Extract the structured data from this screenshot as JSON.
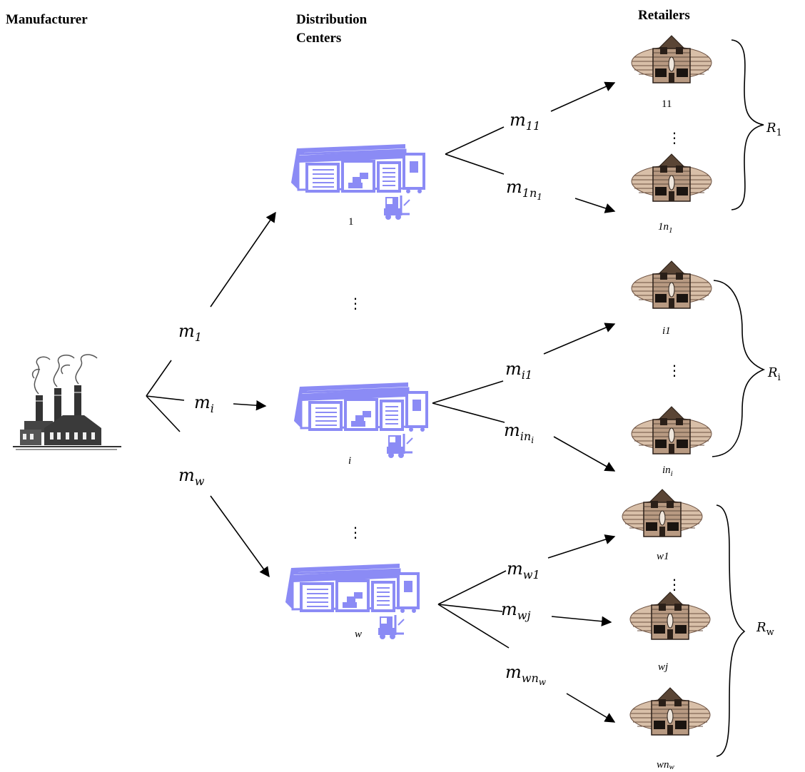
{
  "headers": {
    "manufacturer": "Manufacturer",
    "dc_line1": "Distribution",
    "dc_line2": "Centers",
    "retailers": "Retailers"
  },
  "manufacturer_flows": {
    "m1": {
      "base": "m",
      "sub": "1"
    },
    "mi": {
      "base": "m",
      "sub": "i"
    },
    "mw": {
      "base": "m",
      "sub": "w"
    }
  },
  "dc_labels": {
    "dc1": "1",
    "dci": "i",
    "dcw": "w"
  },
  "dc_flows": {
    "m11": {
      "base": "m",
      "sub": "11"
    },
    "m1n1": {
      "base": "m",
      "sub": "1n",
      "subsub": "1"
    },
    "mi1": {
      "base": "m",
      "sub": "i1"
    },
    "mini": {
      "base": "m",
      "sub": "in",
      "subsub": "i"
    },
    "mw1": {
      "base": "m",
      "sub": "w1"
    },
    "mwj": {
      "base": "m",
      "sub": "wj"
    },
    "mwnw": {
      "base": "m",
      "sub": "wn",
      "subsub": "w"
    }
  },
  "retailer_labels": {
    "r11": "11",
    "r1n1": {
      "main": "1n",
      "sub": "1"
    },
    "ri1": "i1",
    "rini": {
      "main": "in",
      "sub": "i"
    },
    "rw1": "w1",
    "rwj": "wj",
    "rwnw": {
      "main": "wn",
      "sub": "w"
    }
  },
  "groups": {
    "R1": {
      "base": "R",
      "sub": "1"
    },
    "Ri": {
      "base": "R",
      "sub": "i"
    },
    "Rw": {
      "base": "R",
      "sub": "w"
    }
  },
  "ellipsis": "⋮",
  "icons": {
    "factory": "factory-icon",
    "warehouse": "warehouse-icon",
    "retailer": "store-icon"
  },
  "colors": {
    "warehouse": "#8b8bf5",
    "store_wall": "#d8bfa8",
    "factory": "#333333"
  }
}
